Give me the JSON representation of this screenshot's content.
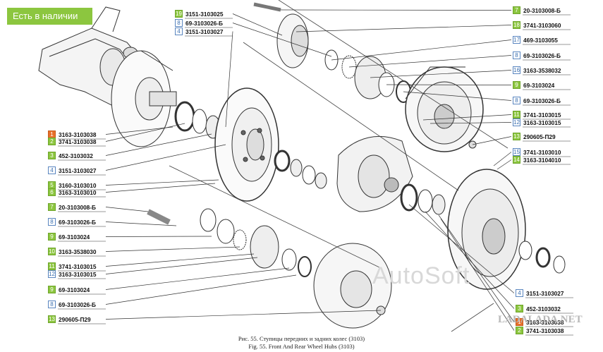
{
  "badge": {
    "label": "Есть в наличии"
  },
  "caption": {
    "ru": "Рис. 55. Ступицы передних и задних колес (3103)",
    "en": "Fig. 55. Front And Rear Wheel Hubs (3103)"
  },
  "watermarks": {
    "main": "AutoSoft",
    "site": "LADALADA.NET"
  },
  "colors": {
    "accent_green": "#8cc63f",
    "accent_orange": "#e8702a",
    "accent_blue": "#3a6fb0"
  },
  "left_labels": [
    {
      "num": "1",
      "part": "3163-3103038",
      "style": "o"
    },
    {
      "num": "2",
      "part": "3741-3103038",
      "style": "g"
    },
    {
      "num": "3",
      "part": "452-3103032",
      "style": "g"
    },
    {
      "num": "4",
      "part": "3151-3103027",
      "style": "w"
    },
    {
      "num": "5",
      "part": "3160-3103010",
      "style": "g"
    },
    {
      "num": "6",
      "part": "3163-3103010",
      "style": "g"
    },
    {
      "num": "7",
      "part": "20-3103008-Б",
      "style": "g"
    },
    {
      "num": "8",
      "part": "69-3103026-Б",
      "style": "w"
    },
    {
      "num": "9",
      "part": "69-3103024",
      "style": "g"
    },
    {
      "num": "10",
      "part": "3163-3538030",
      "style": "g"
    },
    {
      "num": "11",
      "part": "3741-3103015",
      "style": "g"
    },
    {
      "num": "12",
      "part": "3163-3103015",
      "style": "w"
    },
    {
      "num": "9",
      "part": "69-3103024",
      "style": "g"
    },
    {
      "num": "8",
      "part": "69-3103026-Б",
      "style": "w"
    },
    {
      "num": "13",
      "part": "290605-П29",
      "style": "g"
    }
  ],
  "top_labels": [
    {
      "num": "19",
      "part": "3151-3103025",
      "style": "g"
    },
    {
      "num": "8",
      "part": "69-3103026-Б",
      "style": "w"
    },
    {
      "num": "4",
      "part": "3151-3103027",
      "style": "w"
    }
  ],
  "right_labels": [
    {
      "num": "7",
      "part": "20-3103008-Б",
      "style": "g"
    },
    {
      "num": "18",
      "part": "3741-3103060",
      "style": "g"
    },
    {
      "num": "17",
      "part": "469-3103055",
      "style": "w"
    },
    {
      "num": "8",
      "part": "69-3103026-Б",
      "style": "w"
    },
    {
      "num": "16",
      "part": "3163-3538032",
      "style": "w"
    },
    {
      "num": "9",
      "part": "69-3103024",
      "style": "g"
    },
    {
      "num": "8",
      "part": "69-3103026-Б",
      "style": "w"
    },
    {
      "num": "11",
      "part": "3741-3103015",
      "style": "g"
    },
    {
      "num": "12",
      "part": "3163-3103015",
      "style": "w"
    },
    {
      "num": "13",
      "part": "290605-П29",
      "style": "g"
    },
    {
      "num": "15",
      "part": "3741-3103010",
      "style": "w"
    },
    {
      "num": "14",
      "part": "3163-3104010",
      "style": "g"
    }
  ],
  "bottom_right_labels": [
    {
      "num": "4",
      "part": "3151-3103027",
      "style": "w"
    },
    {
      "num": "3",
      "part": "452-3103032",
      "style": "g"
    },
    {
      "num": "1",
      "part": "3163-3103038",
      "style": "o"
    },
    {
      "num": "2",
      "part": "3741-3103038",
      "style": "g"
    }
  ]
}
